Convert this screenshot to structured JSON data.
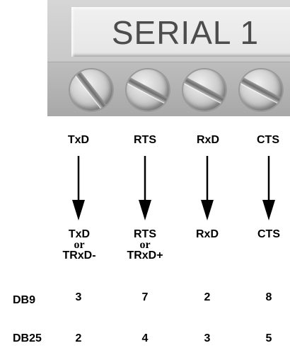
{
  "terminal": {
    "label": "SERIAL 1",
    "screw_count": 4
  },
  "signals": [
    {
      "source": "TxD",
      "dest_lines": [
        "TxD",
        "or",
        "TRxD-"
      ],
      "db9": "3",
      "db25": "2"
    },
    {
      "source": "RTS",
      "dest_lines": [
        "RTS",
        "or",
        "TRxD+"
      ],
      "db9": "7",
      "db25": "4"
    },
    {
      "source": "RxD",
      "dest_lines": [
        "RxD"
      ],
      "db9": "2",
      "db25": "3"
    },
    {
      "source": "CTS",
      "dest_lines": [
        "CTS"
      ],
      "db9": "8",
      "db25": "5"
    }
  ],
  "rows": {
    "db9": "DB9",
    "db25": "DB25"
  }
}
